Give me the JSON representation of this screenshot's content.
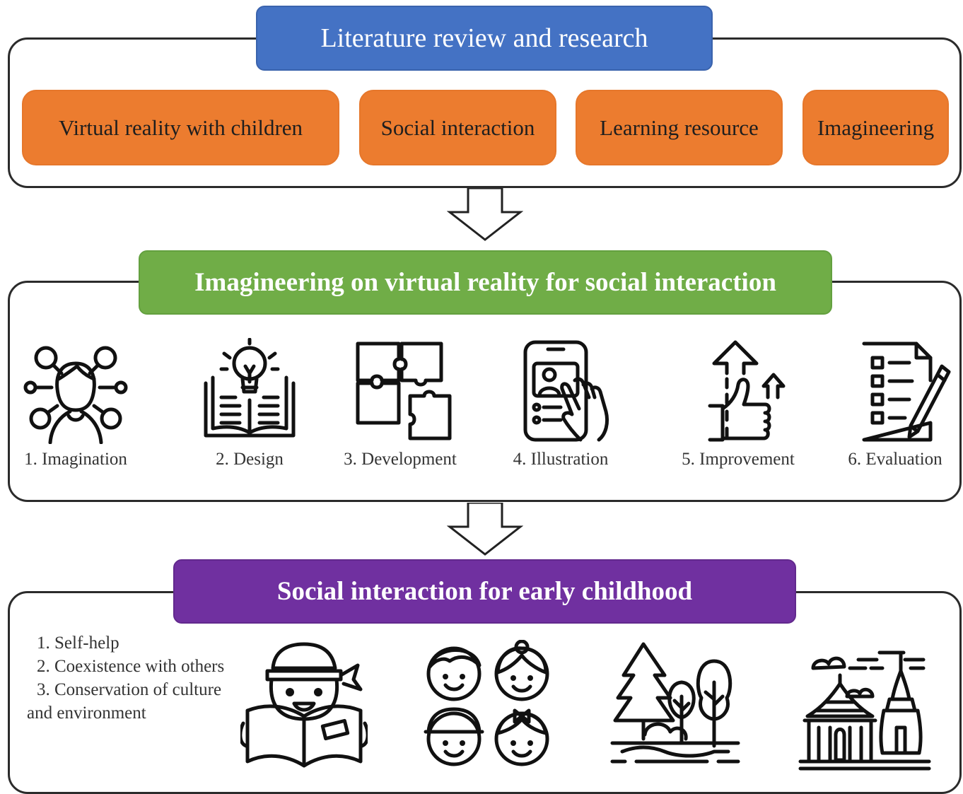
{
  "top": {
    "heading": "Literature review and research",
    "heading_color": "#4472c4",
    "topics": [
      {
        "label": "Virtual reality with children"
      },
      {
        "label": "Social interaction"
      },
      {
        "label": "Learning resource"
      },
      {
        "label": "Imagineering"
      }
    ],
    "topic_color": "#ed7d31"
  },
  "middle": {
    "heading": "Imagineering on virtual reality for social interaction",
    "heading_color": "#70ad47",
    "steps": [
      {
        "label": "1. Imagination",
        "icon": "imagination-icon"
      },
      {
        "label": "2. Design",
        "icon": "lightbulb-book-icon"
      },
      {
        "label": "3. Development",
        "icon": "puzzle-icon"
      },
      {
        "label": "4. Illustration",
        "icon": "phone-touch-icon"
      },
      {
        "label": "5. Improvement",
        "icon": "thumbs-up-arrows-icon"
      },
      {
        "label": "6. Evaluation",
        "icon": "checklist-pencil-icon"
      }
    ]
  },
  "bottom": {
    "heading": "Social interaction for early childhood",
    "heading_color": "#7030a0",
    "goals": [
      "1. Self-help",
      "2. Coexistence with others",
      "3. Conservation of culture",
      "and environment"
    ],
    "illustrations": [
      "child-reading-icon",
      "children-faces-icon",
      "nature-trees-icon",
      "thai-temple-icon"
    ]
  }
}
